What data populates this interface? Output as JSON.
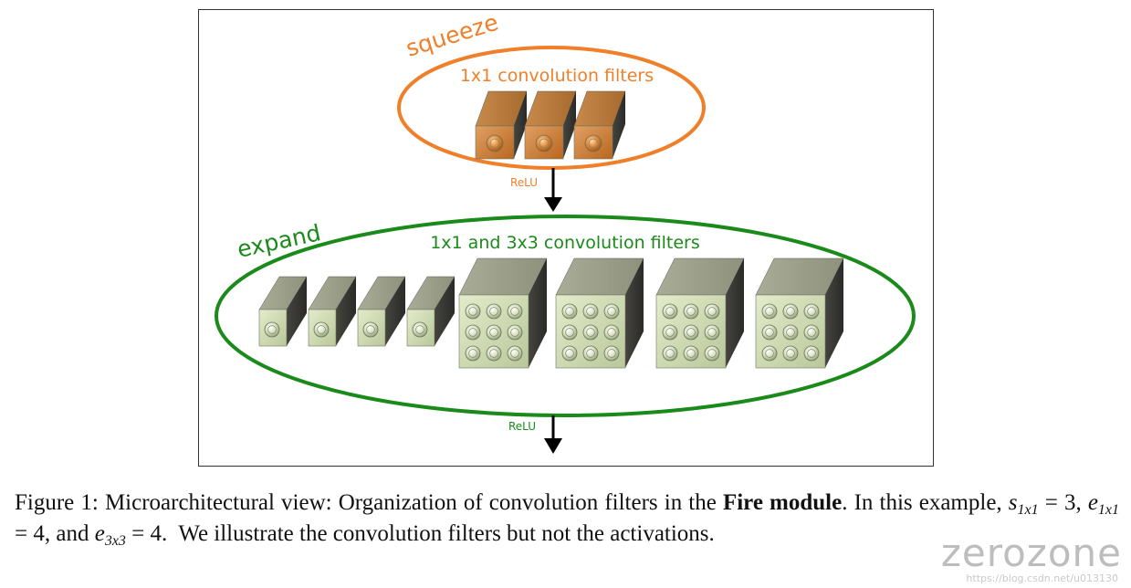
{
  "diagram": {
    "squeeze_title": "squeeze",
    "squeeze_filters_label": "1x1 convolution filters",
    "squeeze_relu_label": "ReLU",
    "expand_title": "expand",
    "expand_filters_label": "1x1 and 3x3 convolution filters",
    "expand_relu_label": "ReLU",
    "colors": {
      "squeeze": "#F07F2A",
      "expand": "#1A8A1A",
      "orange_filter": "#C7772F",
      "green_filter": "#B7C0A4",
      "filter_side": "#3A3A38",
      "frame": "#333333"
    },
    "squeeze_filter_count": 3,
    "expand_1x1_count": 4,
    "expand_3x3_count": 4
  },
  "caption": {
    "figure_label": "Figure 1:",
    "text_1": "Microarchitectural view: Organization of convolution filters in the",
    "bold_term": "Fire module",
    "text_2": ". In this example,",
    "s_var": "s",
    "s_sub": "1x1",
    "s_val": "= 3,",
    "e1_var": "e",
    "e1_sub": "1x1",
    "e1_val": "= 4, and",
    "e3_var": "e",
    "e3_sub": "3x3",
    "e3_val": "= 4.",
    "text_3": "We illustrate the convolution filters but not the activations."
  },
  "watermark": {
    "brand": "zerozone",
    "url": "https://blog.csdn.net/u013130"
  }
}
